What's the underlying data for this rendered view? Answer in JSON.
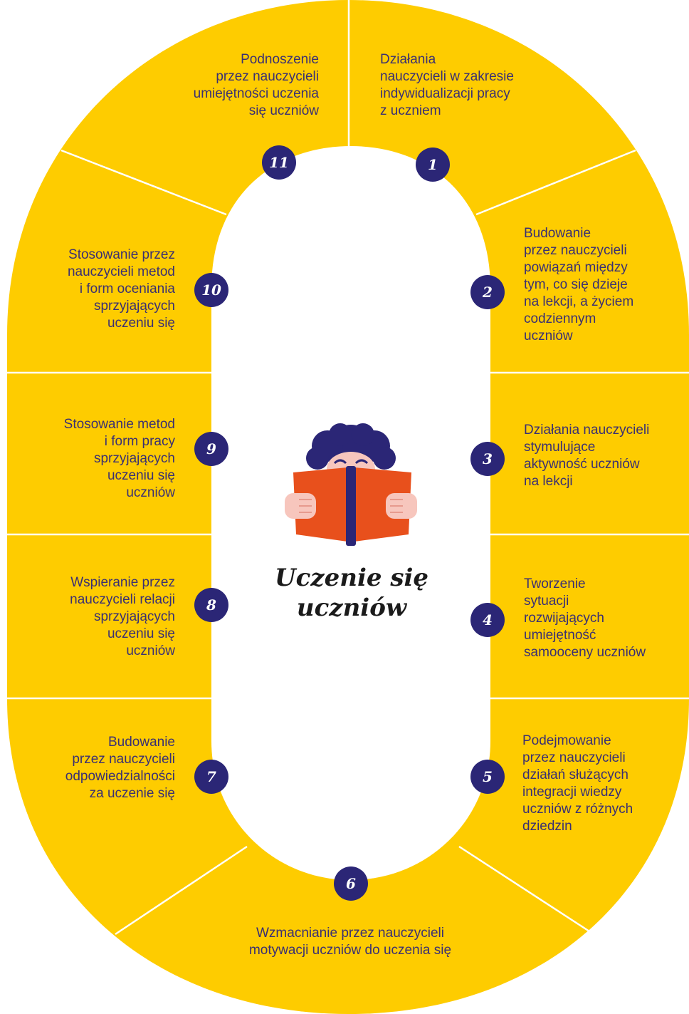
{
  "colors": {
    "ring": "#fecc00",
    "divider": "#ffffff",
    "badge": "#2b2676",
    "text": "#3a2f73",
    "book": "#e8501c",
    "hair": "#2b2676",
    "skin": "#f7c6bd"
  },
  "center": {
    "title": "Uczenie się\nuczniów",
    "illustration": "student-reading-book-icon"
  },
  "segments": [
    {
      "num": "1",
      "text": "Działania\nnauczycieli w zakresie\nindywidualizacji pracy\nz uczniem"
    },
    {
      "num": "2",
      "text": "Budowanie\nprzez nauczycieli\npowiązań między\ntym, co się dzieje\nna lekcji, a życiem\ncodziennym\nuczniów"
    },
    {
      "num": "3",
      "text": "Działania nauczycieli\nstymulujące\naktywność uczniów\nna lekcji"
    },
    {
      "num": "4",
      "text": "Tworzenie\nsytuacji\nrozwijających\numiejętność\nsamooceny uczniów"
    },
    {
      "num": "5",
      "text": "Podejmowanie\nprzez nauczycieli\ndziałań służących\nintegracji wiedzy\nuczniów z różnych\ndziedzin"
    },
    {
      "num": "6",
      "text": "Wzmacnianie przez nauczycieli\nmotywacji uczniów do uczenia się"
    },
    {
      "num": "7",
      "text": "Budowanie\nprzez nauczycieli\nodpowiedzialności\nza uczenie się"
    },
    {
      "num": "8",
      "text": "Wspieranie przez\nnauczycieli relacji\nsprzyjających\nuczeniu się\nuczniów"
    },
    {
      "num": "9",
      "text": "Stosowanie metod\ni form pracy\nsprzyjających\nuczeniu się\nuczniów"
    },
    {
      "num": "10",
      "text": "Stosowanie przez\nnauczycieli metod\ni form oceniania\nsprzyjających\nuczeniu się"
    },
    {
      "num": "11",
      "text": "Podnoszenie\nprzez nauczycieli\numiejętności uczenia\nsię uczniów"
    }
  ]
}
